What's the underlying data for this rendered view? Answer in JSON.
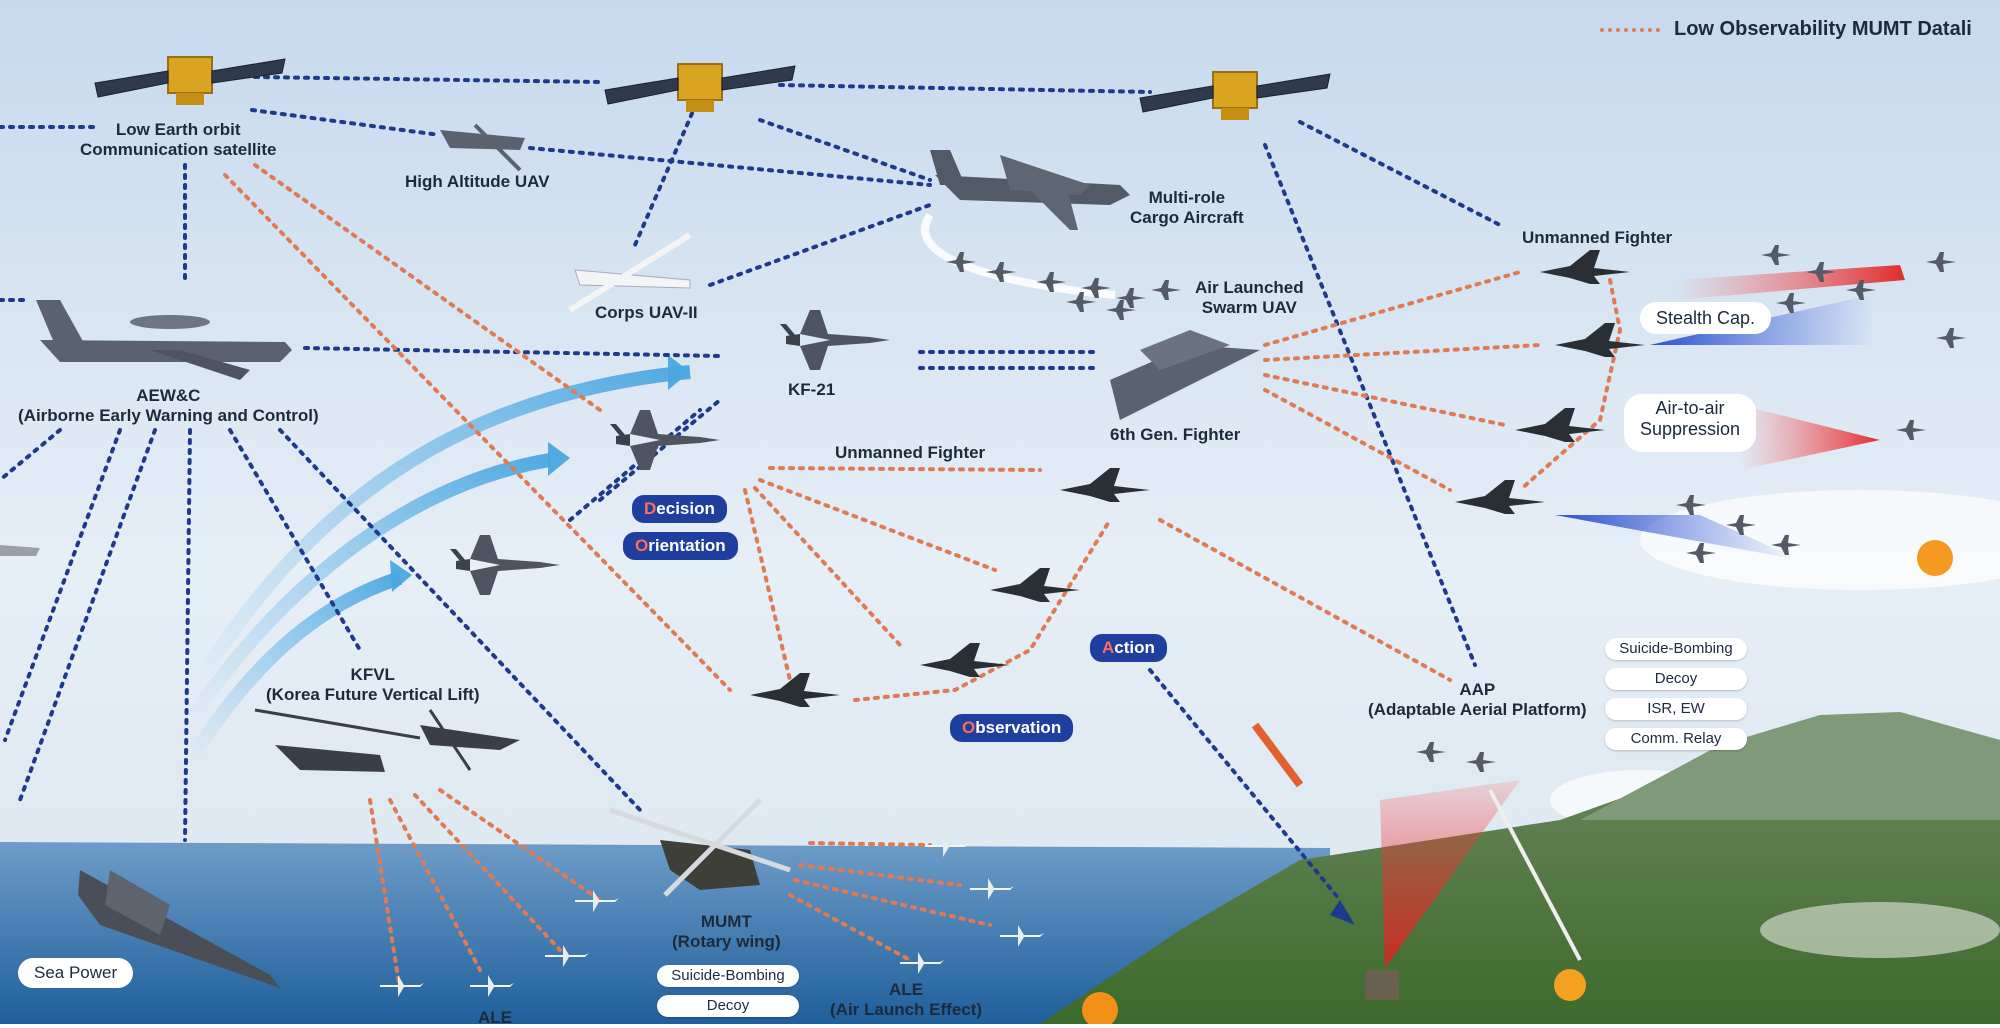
{
  "legend": {
    "datalink_label": "Low Observability MUMT Datali"
  },
  "labels": {
    "leo_satellite": [
      "Low Earth orbit",
      "Communication satellite"
    ],
    "high_altitude_uav": "High Altitude UAV",
    "corps_uav": "Corps UAV-II",
    "cargo_aircraft": [
      "Multi-role",
      "Cargo Aircraft"
    ],
    "swarm_uav": [
      "Air Launched",
      "Swarm UAV"
    ],
    "aewc": [
      "AEW&C",
      "(Airborne Early Warning and Control)"
    ],
    "kf21": "KF-21",
    "sixth_gen": "6th Gen. Fighter",
    "sixth_gen_sup": "th",
    "unmanned_fighter_top": "Unmanned Fighter",
    "unmanned_fighter_mid": "Unmanned Fighter",
    "kfvl": [
      "KFVL",
      "(Korea Future Vertical Lift)"
    ],
    "mumt": [
      "MUMT",
      "(Rotary wing)"
    ],
    "ale_right": [
      "ALE",
      "(Air Launch Effect)"
    ],
    "ale_left": "ALE",
    "aap": [
      "AAP",
      "(Adaptable Aerial Platform)"
    ],
    "sea_power": "Sea Power"
  },
  "ooda": {
    "decision": {
      "first": "D",
      "rest": "ecision"
    },
    "orientation": {
      "first": "O",
      "rest": "rientation"
    },
    "action": {
      "first": "A",
      "rest": "ction"
    },
    "observation": {
      "first": "O",
      "rest": "bservation"
    }
  },
  "capabilities": {
    "stealth": "Stealth Cap.",
    "suppression": [
      "Air-to-air",
      "Suppression"
    ]
  },
  "aap_roles": [
    "Suicide-Bombing",
    "Decoy",
    "ISR, EW",
    "Comm. Relay"
  ],
  "mumt_roles": [
    "Suicide-Bombing",
    "Decoy"
  ],
  "colors": {
    "mumt_link": "#e07a55",
    "comm_link": "#1f3a8a",
    "ooda_badge": "#1f3f9e",
    "ooda_highlight": "#ff6b5a",
    "sky_top": "#c9dcef",
    "sea": "#2e6fae",
    "land": "#4f7a3a"
  }
}
